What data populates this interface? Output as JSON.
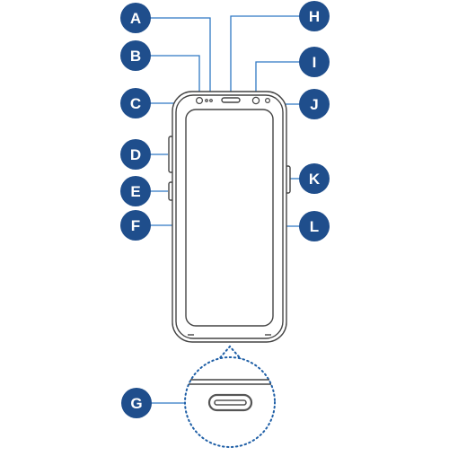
{
  "colors": {
    "callout_fill": "#1f4e8c",
    "callout_text": "#ffffff",
    "leader_line": "#2f78c4",
    "device_outline": "#444444",
    "port_outline": "#555555",
    "zoom_dots": "#1f5fa6"
  },
  "callouts": [
    {
      "id": "A",
      "label": "A"
    },
    {
      "id": "B",
      "label": "B"
    },
    {
      "id": "C",
      "label": "C"
    },
    {
      "id": "D",
      "label": "D"
    },
    {
      "id": "E",
      "label": "E"
    },
    {
      "id": "F",
      "label": "F"
    },
    {
      "id": "G",
      "label": "G"
    },
    {
      "id": "H",
      "label": "H"
    },
    {
      "id": "I",
      "label": "I"
    },
    {
      "id": "J",
      "label": "J"
    },
    {
      "id": "K",
      "label": "K"
    },
    {
      "id": "L",
      "label": "L"
    }
  ]
}
